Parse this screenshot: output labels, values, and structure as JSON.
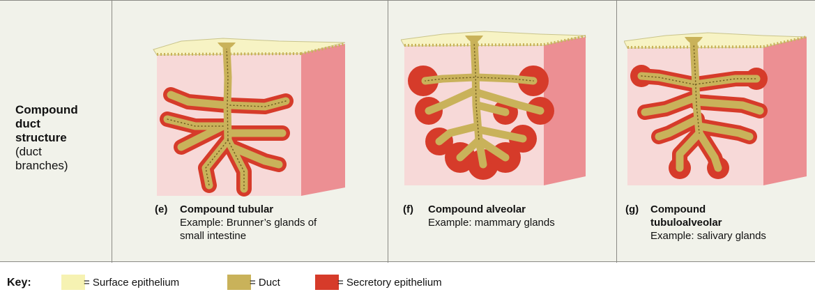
{
  "row_title": {
    "bold_lines": [
      "Compound",
      "duct",
      "structure"
    ],
    "normal_lines": [
      "(duct",
      "branches)"
    ]
  },
  "panels": [
    {
      "letter": "(e)",
      "name_lines": [
        "Compound tubular"
      ],
      "example_lines": [
        "Example: Brunner’s glands of",
        "small intestine"
      ]
    },
    {
      "letter": "(f)",
      "name_lines": [
        "Compound alveolar"
      ],
      "example_lines": [
        "Example: mammary glands"
      ]
    },
    {
      "letter": "(g)",
      "name_lines": [
        "Compound",
        "tubuloalveolar"
      ],
      "example_lines": [
        "Example: salivary glands"
      ]
    }
  ],
  "key": {
    "title": "Key:",
    "items": [
      {
        "label": "= Surface epithelium",
        "color": "#f6f2b2"
      },
      {
        "label": "= Duct",
        "color": "#c9b25a"
      },
      {
        "label": "= Secretory epithelium",
        "color": "#d63b2a"
      }
    ]
  },
  "colors": {
    "panel_bg": "#f1f2ea",
    "block_front": "#f7d9d8",
    "block_side": "#ec8f93",
    "block_top": "#f7f3c4",
    "duct": "#c9b25a",
    "secretory": "#d63b2a"
  }
}
